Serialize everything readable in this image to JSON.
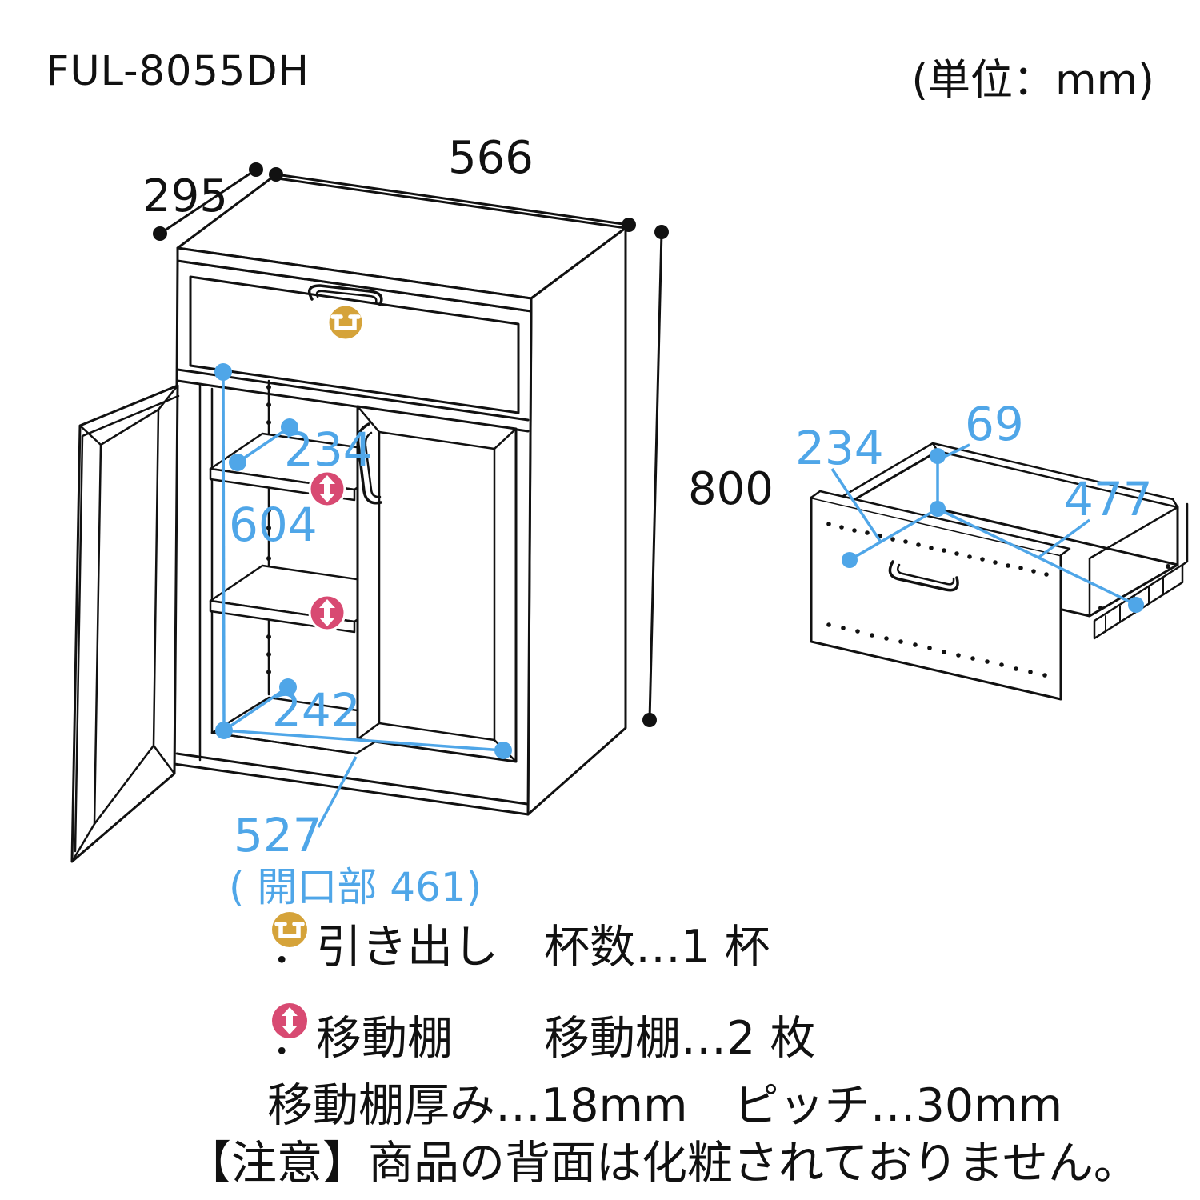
{
  "title": {
    "model": "FUL-8055DH"
  },
  "header": {
    "unit": "(単位：mm)"
  },
  "cabinet": {
    "width": "566",
    "depth": "295",
    "height": "800",
    "shelf_depth": "234",
    "inner_height": "604",
    "floor_depth": "242",
    "inner_width": "527",
    "opening": "( 開口部 461)"
  },
  "drawer_detail": {
    "inner_depth": "234",
    "inner_height": "69",
    "inner_width": "477"
  },
  "legend": {
    "drawer_label": "：引き出し　杯数…1 杯",
    "shelf_label": "：移動棚　　移動棚…2 枚",
    "spec": "移動棚厚み…18mm　ピッチ…30mm"
  },
  "note": "【注意】商品の背面は化粧されておりません。",
  "icons": {
    "drawer": "drawer-front-icon",
    "shelf": "movable-shelf-arrow-icon"
  },
  "colors": {
    "blue": "#4fa6e8",
    "pink": "#d84a72",
    "gold": "#d5a33a",
    "line": "#111111"
  }
}
